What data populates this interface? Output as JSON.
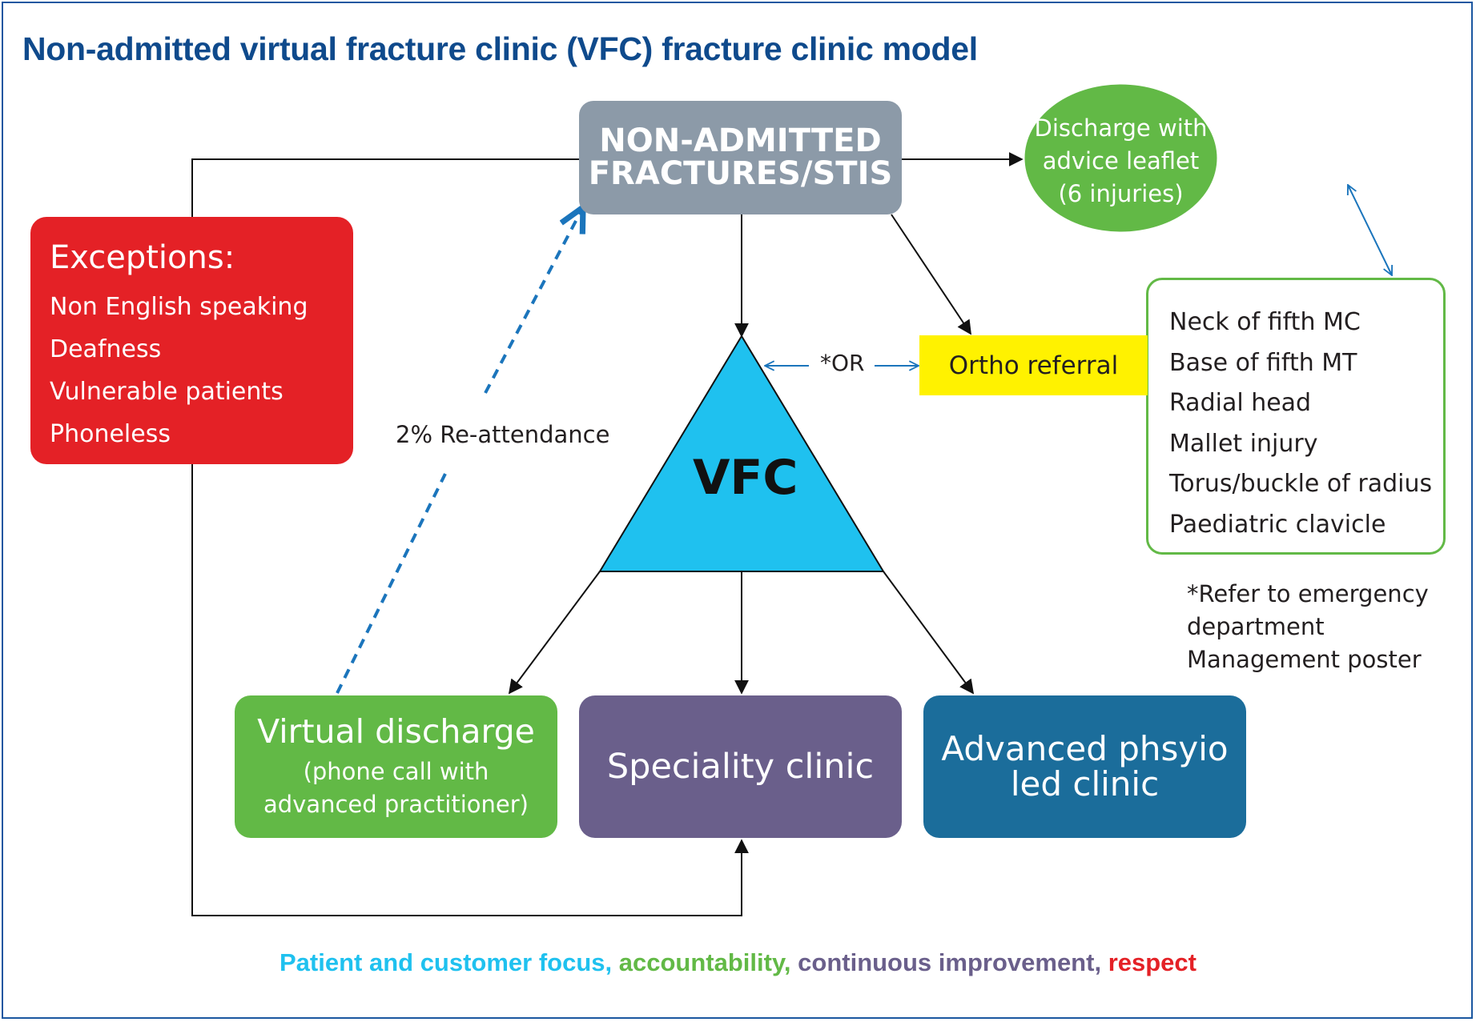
{
  "title": "Non-admitted virtual fracture clinic (VFC) fracture clinic model",
  "nodes": {
    "non_admitted": {
      "line1": "NON-ADMITTED",
      "line2": "FRACTURES/STIS"
    },
    "exceptions": {
      "heading": "Exceptions:",
      "items": [
        "Non English speaking",
        "Deafness",
        "Vulnerable patients",
        "Phoneless"
      ]
    },
    "discharge_leaflet": {
      "line1": "Discharge with",
      "line2": "advice leaflet",
      "line3": "(6 injuries)"
    },
    "injuries": {
      "items": [
        "Neck of fifth MC",
        "Base of fifth MT",
        "Radial head",
        "Mallet injury",
        "Torus/buckle of radius",
        "Paediatric clavicle"
      ]
    },
    "ortho_referral": "Ortho referral",
    "or_label": "*OR",
    "vfc": "VFC",
    "reattendance": "2% Re-attendance",
    "note": {
      "line1": "*Refer to emergency",
      "line2": "department",
      "line3": "Management poster"
    },
    "virtual_discharge": {
      "title": "Virtual discharge",
      "line1": "(phone call with",
      "line2": "advanced practitioner)"
    },
    "speciality_clinic": "Speciality clinic",
    "physio_clinic": {
      "line1": "Advanced phsyio",
      "line2": "led clinic"
    }
  },
  "footer": {
    "part1": "Patient and customer focus,",
    "part2": "accountability,",
    "part3": "continuous improvement,",
    "part4": "respect"
  },
  "colors": {
    "title": "#0f4a8c",
    "grey_box": "#8c9aa8",
    "red_box": "#e42126",
    "green": "#62b946",
    "yellow": "#fff200",
    "cyan_triangle": "#1fc1ef",
    "purple_box": "#6a5f8b",
    "blue_box": "#1b6d9b",
    "blue_arrow": "#1b75bc",
    "footer_cyan": "#1fc1ef",
    "footer_green": "#62b946",
    "footer_purple": "#6a5f8b",
    "footer_red": "#e42126"
  }
}
